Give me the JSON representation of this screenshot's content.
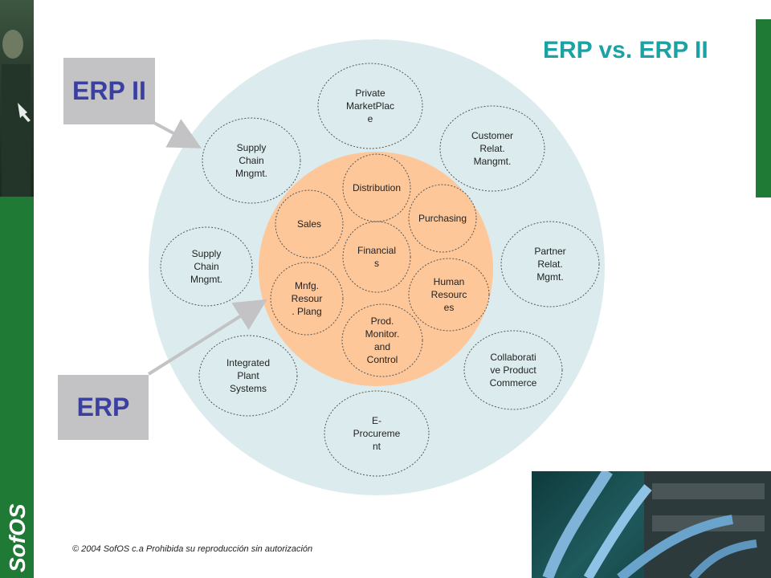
{
  "title": "ERP vs. ERP II",
  "labels": {
    "erp2": "ERP II",
    "erp": "ERP"
  },
  "outer_nodes": [
    {
      "id": "private-marketplace",
      "text": "Private\nMarketPlac\ne"
    },
    {
      "id": "customer-relat",
      "text": "Customer\nRelat.\nMangmt."
    },
    {
      "id": "partner-relat",
      "text": "Partner\nRelat.\nMgmt."
    },
    {
      "id": "collaborative-product-commerce",
      "text": "Collaborati\nve Product\nCommerce"
    },
    {
      "id": "e-procurement",
      "text": "E-\nProcureme\nnt"
    },
    {
      "id": "integrated-plant-systems",
      "text": "Integrated\nPlant\nSystems"
    },
    {
      "id": "supply-chain-mngmt-lower",
      "text": "Supply\nChain\nMngmt."
    },
    {
      "id": "supply-chain-mngmt-upper",
      "text": "Supply\nChain\nMngmt."
    }
  ],
  "inner_nodes": [
    {
      "id": "distribution",
      "text": "Distribution"
    },
    {
      "id": "purchasing",
      "text": "Purchasing"
    },
    {
      "id": "human-resources",
      "text": "Human\nResourc\nes"
    },
    {
      "id": "prod-monitor-control",
      "text": "Prod.\nMonitor.\nand\nControl"
    },
    {
      "id": "mnfg-resour-plang",
      "text": "Mnfg.\nResour\n. Plang"
    },
    {
      "id": "sales",
      "text": "Sales"
    },
    {
      "id": "financials",
      "text": "Financial\ns"
    }
  ],
  "footer": "© 2004 SofOS c.a  Prohibida  su reproducción sin autorización",
  "logo_text": "SofOS",
  "colors": {
    "title": "#1aa2a4",
    "outer_circle": "#dcecee",
    "inner_circle": "#fdc79a",
    "label_box": "#c3c3c5",
    "label_text": "#3b3fa0",
    "green_brand": "#1e7a35"
  }
}
